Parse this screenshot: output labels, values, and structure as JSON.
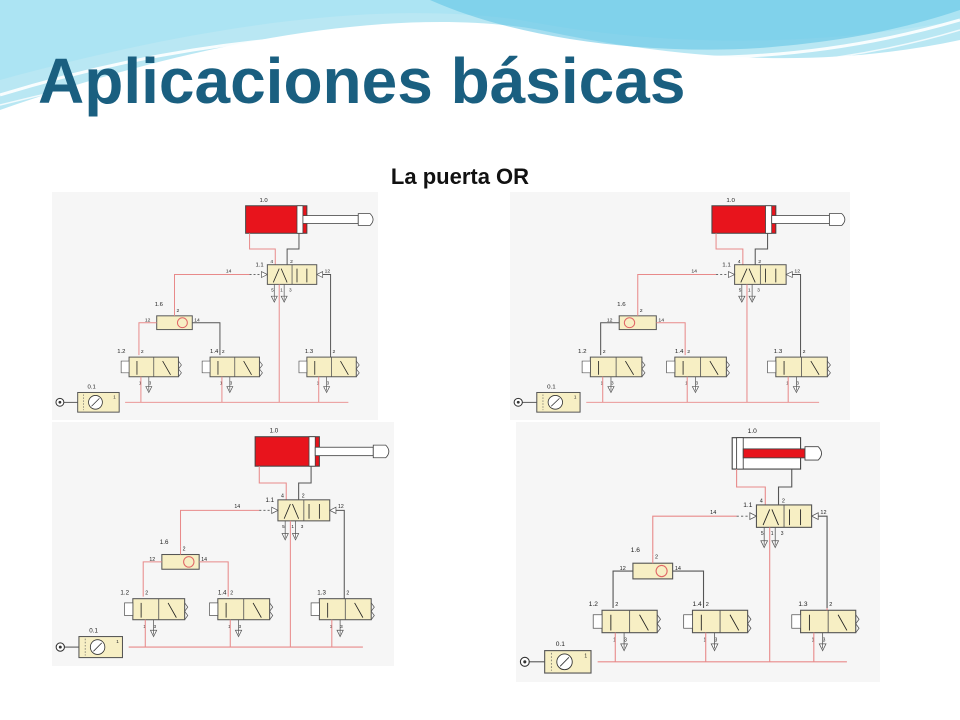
{
  "slide": {
    "title": "Aplicaciones básicas",
    "subtitle": "La puerta OR"
  },
  "labels": {
    "cyl": "1.0",
    "main_valve": "1.1",
    "v12": "1.2",
    "v13": "1.3",
    "v14": "1.4",
    "shuttle": "1.6",
    "supply": "0.1",
    "p1": "1",
    "p2": "2",
    "p3": "3",
    "p4": "4",
    "p5": "5",
    "p12": "12",
    "p14": "14"
  },
  "panels": [
    {
      "id": "p1",
      "cyl_extended": true,
      "cyl_pressurized": true,
      "active_inputs": [
        "1.2"
      ]
    },
    {
      "id": "p2",
      "cyl_extended": true,
      "cyl_pressurized": true,
      "active_inputs": [
        "1.4"
      ]
    },
    {
      "id": "p3",
      "cyl_extended": true,
      "cyl_pressurized": true,
      "active_inputs": [
        "1.2",
        "1.4"
      ]
    },
    {
      "id": "p4",
      "cyl_extended": false,
      "cyl_pressurized": true,
      "active_inputs": [
        "1.3"
      ]
    }
  ],
  "colors": {
    "title": "#1a5f80",
    "wave_light": "#a9e3f2",
    "wave_mid": "#5cc3e3",
    "cylinder_red": "#e8141c",
    "pressure_line": "#e88a8a",
    "exhaust_line": "#555555",
    "valve_body": "#f7efc4",
    "valve_border": "#555555",
    "panel_bg": "#f6f6f6"
  }
}
